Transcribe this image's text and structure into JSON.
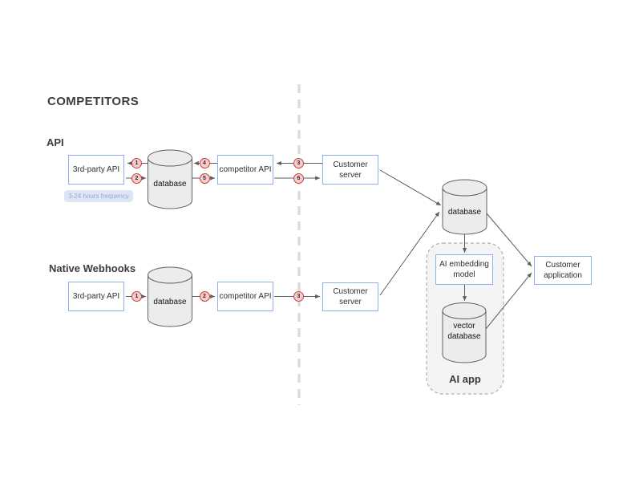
{
  "title": "COMPETITORS",
  "colors": {
    "box_border": "#8fb0ef",
    "arrow": "#5c5c5c",
    "badge_fill": "#f5cbcb",
    "badge_border": "#c5443c",
    "cylinder_fill": "#ececec",
    "cylinder_border": "#5f5f5f",
    "divider": "#dcdcdc",
    "ai_container_fill": "#f4f4f4",
    "ai_container_border": "#b0b0b0",
    "frequency_pill_bg": "#dce6f5",
    "frequency_pill_text": "#96aac9"
  },
  "api_flow": {
    "heading": "API",
    "third_party_api": "3rd-party API",
    "database": "database",
    "competitor_api": "competitor API",
    "customer_server": "Customer server",
    "frequency_note": "3-24 hours frequency",
    "badges": [
      "1",
      "2",
      "4",
      "5",
      "3",
      "6"
    ]
  },
  "webhooks_flow": {
    "heading": "Native Webhooks",
    "third_party_api": "3rd-party API",
    "database": "database",
    "competitor_api": "competitor API",
    "customer_server": "Customer server",
    "badges": [
      "1",
      "2",
      "3"
    ]
  },
  "ai_section": {
    "database": "database",
    "embedding_model": "AI embedding model",
    "vector_database": "vector database",
    "app_label": "AI app",
    "customer_application": "Customer application"
  }
}
